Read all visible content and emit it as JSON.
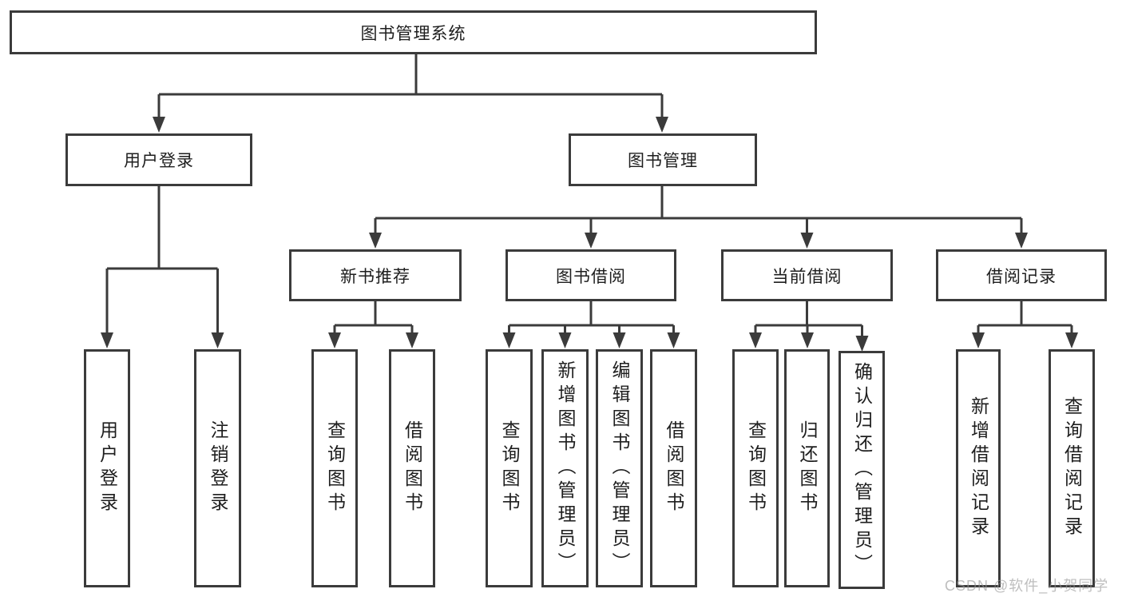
{
  "diagram": {
    "title": "图书管理系统",
    "nodes": {
      "root": "图书管理系统",
      "user_login": "用户登录",
      "book_management": "图书管理",
      "new_book_recommend": "新书推荐",
      "book_borrow": "图书借阅",
      "current_borrow": "当前借阅",
      "borrow_record": "借阅记录",
      "leaf_user_login": "用户登录",
      "leaf_logout": "注销登录",
      "leaf_rec_query_book": "查询图书",
      "leaf_rec_borrow_book": "借阅图书",
      "leaf_bb_query_book": "查询图书",
      "leaf_bb_add_book": "新增图书（管理员）",
      "leaf_bb_edit_book": "编辑图书（管理员）",
      "leaf_bb_borrow_book": "借阅图书",
      "leaf_cb_query_book": "查询图书",
      "leaf_cb_return_book": "归还图书",
      "leaf_cb_confirm_return": "确认归还（管理员）",
      "leaf_br_add_record": "新增借阅记录",
      "leaf_br_query_record": "查询借阅记录"
    },
    "colors": {
      "line": "#3b3b3b",
      "text": "#1e1e1e",
      "background": "#ffffff",
      "watermark_gray": "#969696"
    }
  },
  "watermark": "CSDN @软件_小贺同学"
}
